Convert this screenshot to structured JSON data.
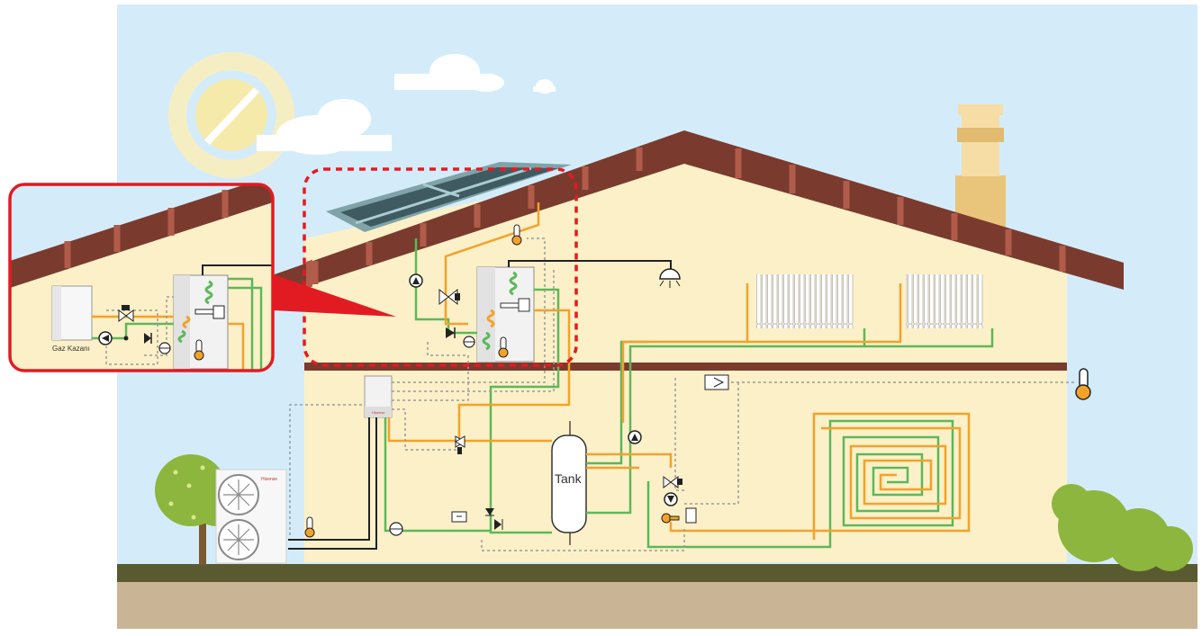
{
  "labels": {
    "tank": "Tank",
    "boiler": "Gaz Kazanı",
    "outdoor_brand": "Hisense",
    "indoor_brand": "Hisense"
  },
  "colors": {
    "sky": "#d4ecfa",
    "wall": "#fcf0c8",
    "roof": "#7a3b2e",
    "roof_stripe": "#b15b4a",
    "ground_grass": "#5a5a30",
    "ground_soil": "#c9b596",
    "pipe_hot": "#f3a229",
    "pipe_cold": "#5cb85a",
    "pipe_control": "#9a9a9a",
    "highlight": "#e21b22"
  }
}
